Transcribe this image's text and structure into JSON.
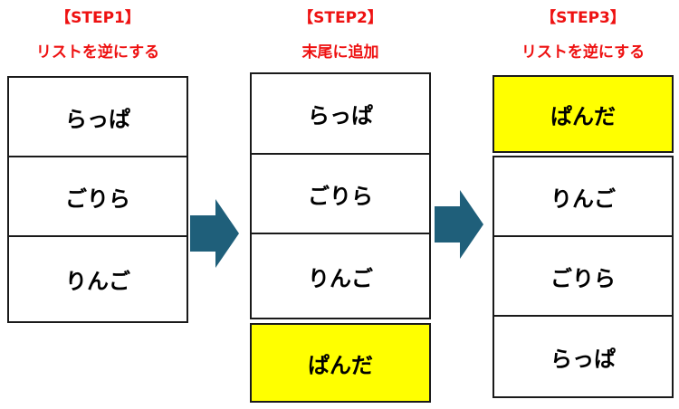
{
  "colors": {
    "title": "#ee1111",
    "highlight": "#ffff00",
    "arrow": "#1f5f7a",
    "border": "#1a1a1a"
  },
  "steps": [
    {
      "step_label": "【STEP1】",
      "action": "リストを逆にする",
      "items": [
        "らっぱ",
        "ごりら",
        "りんご"
      ]
    },
    {
      "step_label": "【STEP2】",
      "action": "末尾に追加",
      "items": [
        "らっぱ",
        "ごりら",
        "りんご"
      ],
      "appended": "ぱんだ"
    },
    {
      "step_label": "【STEP3】",
      "action": "リストを逆にする",
      "head": "ぱんだ",
      "items": [
        "りんご",
        "ごりら",
        "らっぱ"
      ]
    }
  ]
}
